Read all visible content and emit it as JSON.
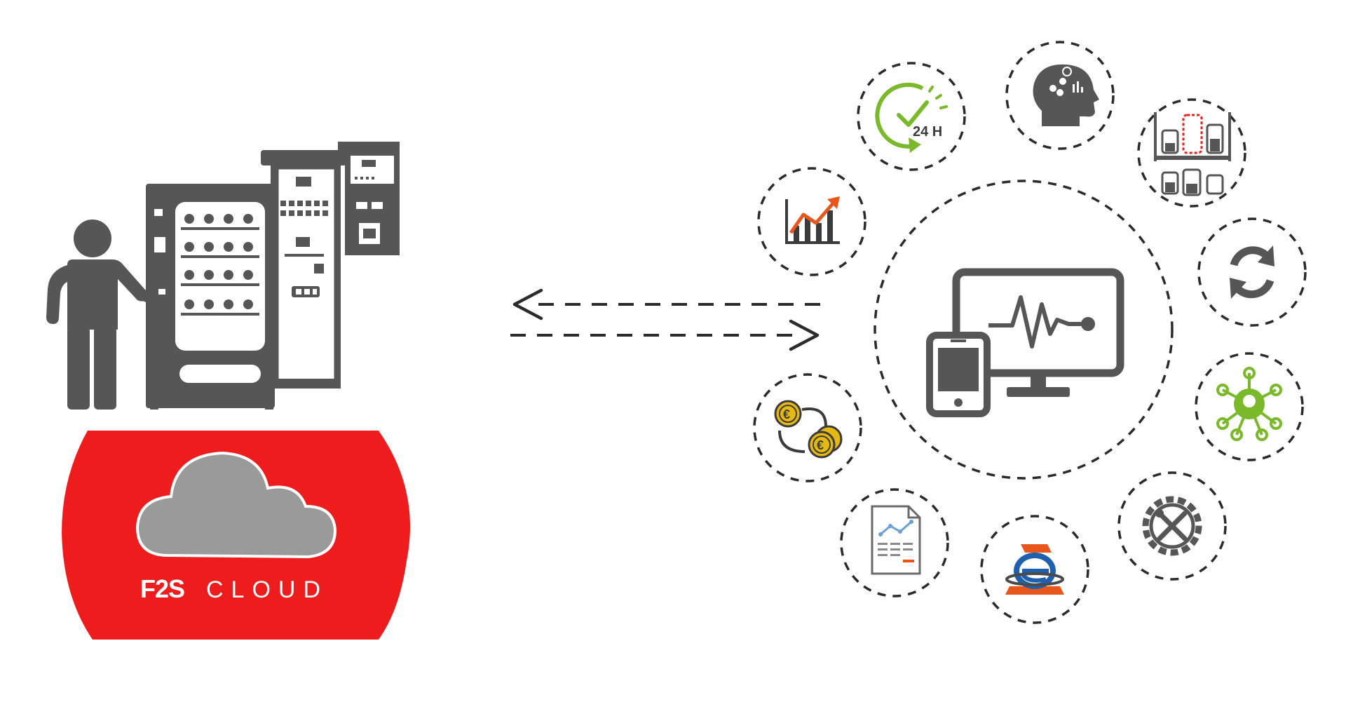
{
  "brand": {
    "prefix": "F2S",
    "suffix": "CLOUD"
  },
  "clock_icon": {
    "label": "24 H"
  },
  "coin_icon": {
    "symbol": "€"
  },
  "colors": {
    "brand_red": "#ee1c1c",
    "cloud_gray": "#9a9a9a",
    "icon_gray": "#565656",
    "accent_green": "#7ab929",
    "accent_orange": "#e8561c",
    "accent_blue": "#1e5fae",
    "coin_gold": "#e6b812"
  },
  "icons": [
    "clock-24h-icon",
    "brain-analytics-icon",
    "inventory-shelves-icon",
    "sync-icon",
    "network-hub-icon",
    "maintenance-gear-icon",
    "e-invoice-logo-icon",
    "report-document-icon",
    "coin-exchange-icon",
    "sales-chart-icon",
    "monitoring-devices-icon"
  ]
}
